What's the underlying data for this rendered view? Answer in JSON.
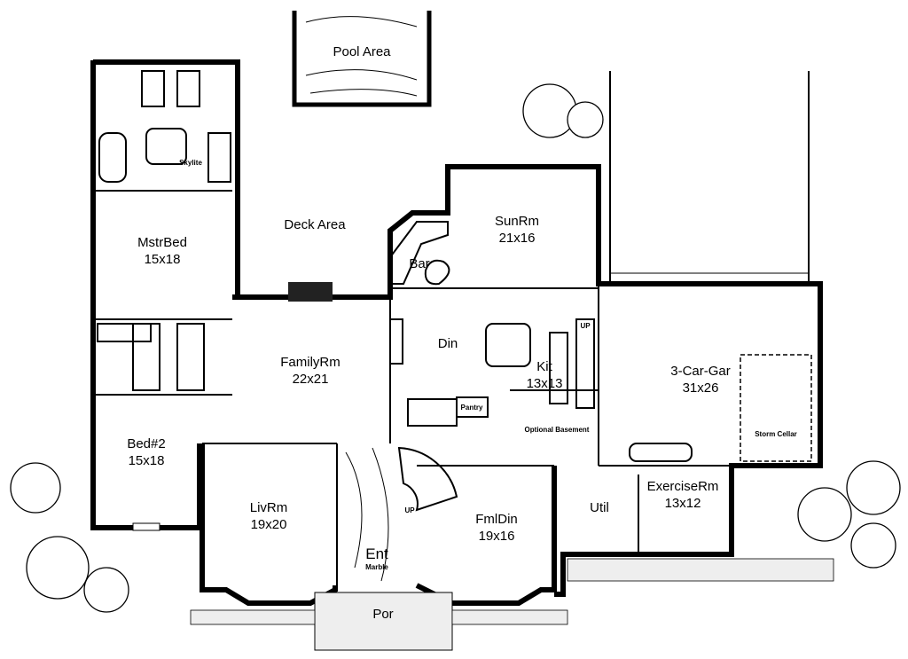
{
  "plan": {
    "rooms": {
      "pool": {
        "name": "Pool Area"
      },
      "deck": {
        "name": "Deck Area"
      },
      "master_bed": {
        "name": "MstrBed",
        "size": "15x18"
      },
      "skylite": {
        "name": "Skylite"
      },
      "sunroom": {
        "name": "SunRm",
        "size": "21x16"
      },
      "bar": {
        "name": "Bar"
      },
      "dining": {
        "name": "Din"
      },
      "kitchen": {
        "name": "Kit",
        "size": "13x13"
      },
      "family": {
        "name": "FamilyRm",
        "size": "22x21"
      },
      "garage": {
        "name": "3-Car-Gar",
        "size": "31x26"
      },
      "storm_cellar": {
        "name": "Storm Cellar"
      },
      "optional_basement": {
        "name": "Optional Basement"
      },
      "pantry": {
        "name": "Pantry"
      },
      "bed2": {
        "name": "Bed#2",
        "size": "15x18"
      },
      "living": {
        "name": "LivRm",
        "size": "19x20"
      },
      "entry": {
        "name": "Ent",
        "note": "Marble"
      },
      "formal_dining": {
        "name": "FmlDin",
        "size": "19x16"
      },
      "utility": {
        "name": "Util"
      },
      "exercise": {
        "name": "ExerciseRm",
        "size": "13x12"
      },
      "porch": {
        "name": "Por"
      }
    },
    "stair_labels": {
      "kitchen_up": "UP",
      "entry_up": "UP"
    }
  }
}
